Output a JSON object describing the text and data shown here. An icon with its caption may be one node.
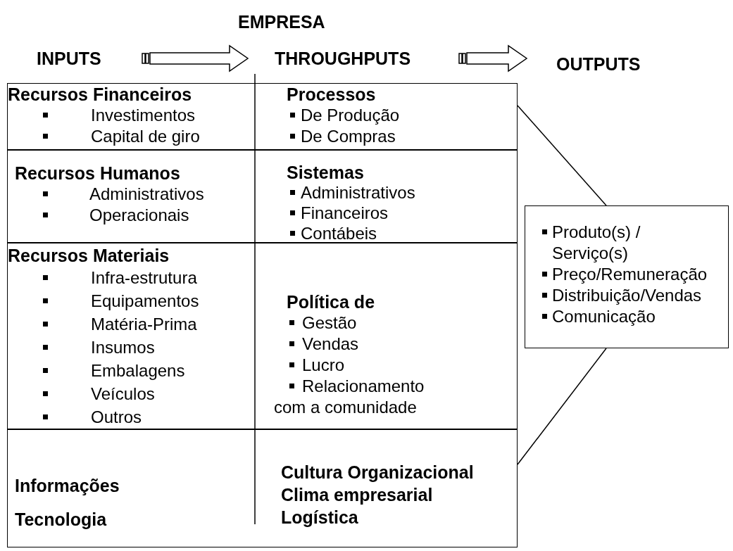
{
  "diagram": {
    "nodes": [
      {
        "text": [
          "INPUTS"
        ]
      },
      {
        "text": [
          "THROUGHPUTS"
        ]
      },
      {
        "text": [
          "OUTPUTS"
        ]
      },
      {
        "text": [],
        "shape": "box"
      },
      {
        "text": [
          "Recursos Financeiros",
          "Investimentos",
          "Capital de giro"
        ],
        "in": 3
      },
      {
        "text": [
          "Processos",
          "De Produção",
          "De Compras"
        ],
        "in": 3
      },
      {
        "text": [
          "Recursos Humanos",
          "Administrativos",
          "Operacionais"
        ],
        "in": 3
      },
      {
        "text": [
          "Sistemas",
          "Administrativos",
          "Financeiros",
          "Contábeis"
        ],
        "in": 3
      },
      {
        "text": [
          "Recursos Materiais",
          "Infra-estrutura",
          "Equipamentos",
          "Matéria-Prima",
          "Insumos",
          "Embalagens",
          "Veículos",
          "Outros"
        ],
        "in": 3
      },
      {
        "text": [
          "Política de",
          "Gestão",
          "Vendas",
          "Lucro",
          "Relacionamento com a comunidade"
        ],
        "in": 3
      },
      {
        "text": [
          "Informações",
          "Tecnologia"
        ],
        "in": 3
      },
      {
        "text": [
          "Cultura Organizacional",
          "Clima empresarial",
          "Logística"
        ],
        "in": 3
      },
      {
        "text": [
          "Produto(s) / Serviço(s)",
          "Preço/Remuneração",
          "Distribuição/Vendas",
          "Comunicação"
        ]
      }
    ],
    "edges": [
      {
        "from": 0,
        "to": 1,
        "arrow": "to"
      },
      {
        "from": 1,
        "to": 2,
        "arrow": "to"
      },
      {
        "from": 12,
        "to": 3,
        "arrow": "none"
      },
      {
        "from": 12,
        "to": 3,
        "arrow": "none"
      }
    ],
    "labels": [
      "EMPRESA"
    ]
  }
}
